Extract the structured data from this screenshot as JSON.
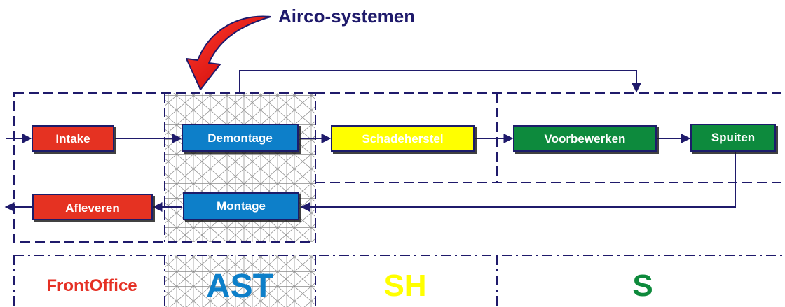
{
  "annotation": {
    "label": "Airco-systemen"
  },
  "steps": {
    "intake": "Intake",
    "demontage": "Demontage",
    "schadeherstel": "Schadeherstel",
    "voorbewerken": "Voorbewerken",
    "spuiten": "Spuiten",
    "montage": "Montage",
    "afleveren": "Afleveren"
  },
  "zones": {
    "frontoffice": "FrontOffice",
    "ast": "AST",
    "sh": "SH",
    "s": "S"
  },
  "colors": {
    "navy": "#1f1a6b",
    "red_box": "#e53024",
    "blue_box": "#0d7fc9",
    "yellow_box": "#ffff00",
    "green_box": "#0e8a3c",
    "arrow_red": "#e8151a",
    "frontoffice_text": "#e53024",
    "ast_text": "#0d7fc9",
    "sh_text": "#ffff00",
    "s_text": "#0e8a3c"
  }
}
